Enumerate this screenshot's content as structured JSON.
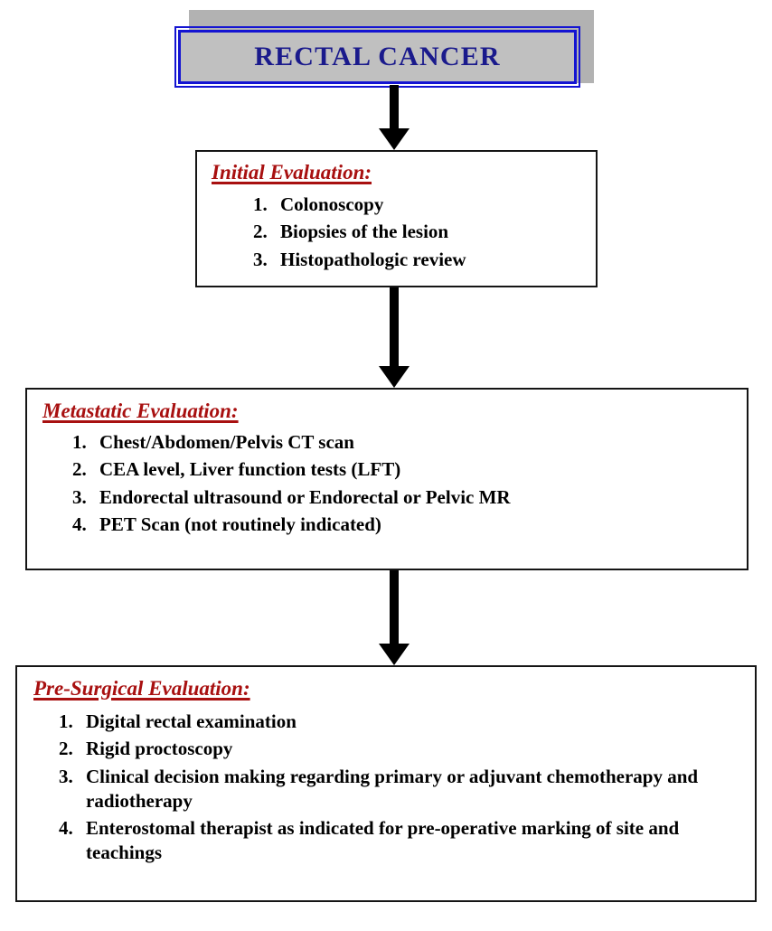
{
  "diagram": {
    "title_box": {
      "label": "RECTAL CANCER",
      "fill_color": "#c0c0c0",
      "border_color": "#1414d2",
      "text_color": "#1a1a8c",
      "shadow_color": "#b2b2b2"
    },
    "heading_color": "#a81010",
    "box_border_color": "#151515",
    "arrow_color": "#000000",
    "steps": [
      {
        "heading": "Initial Evaluation:",
        "items": [
          {
            "num": "1.",
            "text": "Colonoscopy"
          },
          {
            "num": "2.",
            "text": "Biopsies of the lesion"
          },
          {
            "num": "3.",
            "text": "Histopathologic review"
          }
        ]
      },
      {
        "heading": "Metastatic Evaluation:",
        "items": [
          {
            "num": "1.",
            "text": "Chest/Abdomen/Pelvis CT scan"
          },
          {
            "num": "2.",
            "text": "CEA level, Liver function tests (LFT)"
          },
          {
            "num": "3.",
            "text": "Endorectal ultrasound or Endorectal or Pelvic MR"
          },
          {
            "num": "4.",
            "text": "PET Scan (not routinely indicated)"
          }
        ]
      },
      {
        "heading": "Pre-Surgical Evaluation:",
        "items": [
          {
            "num": "1.",
            "text": "Digital rectal examination"
          },
          {
            "num": "2.",
            "text": "Rigid proctoscopy"
          },
          {
            "num": "3.",
            "text": "Clinical decision making regarding primary or adjuvant chemotherapy and radiotherapy"
          },
          {
            "num": "4.",
            "text": "Enterostomal therapist as indicated for pre-operative marking of site and teachings"
          }
        ]
      }
    ],
    "arrows": [
      {
        "name": "arrow-title-to-initial"
      },
      {
        "name": "arrow-initial-to-metastatic"
      },
      {
        "name": "arrow-metastatic-to-presurgical"
      }
    ]
  }
}
